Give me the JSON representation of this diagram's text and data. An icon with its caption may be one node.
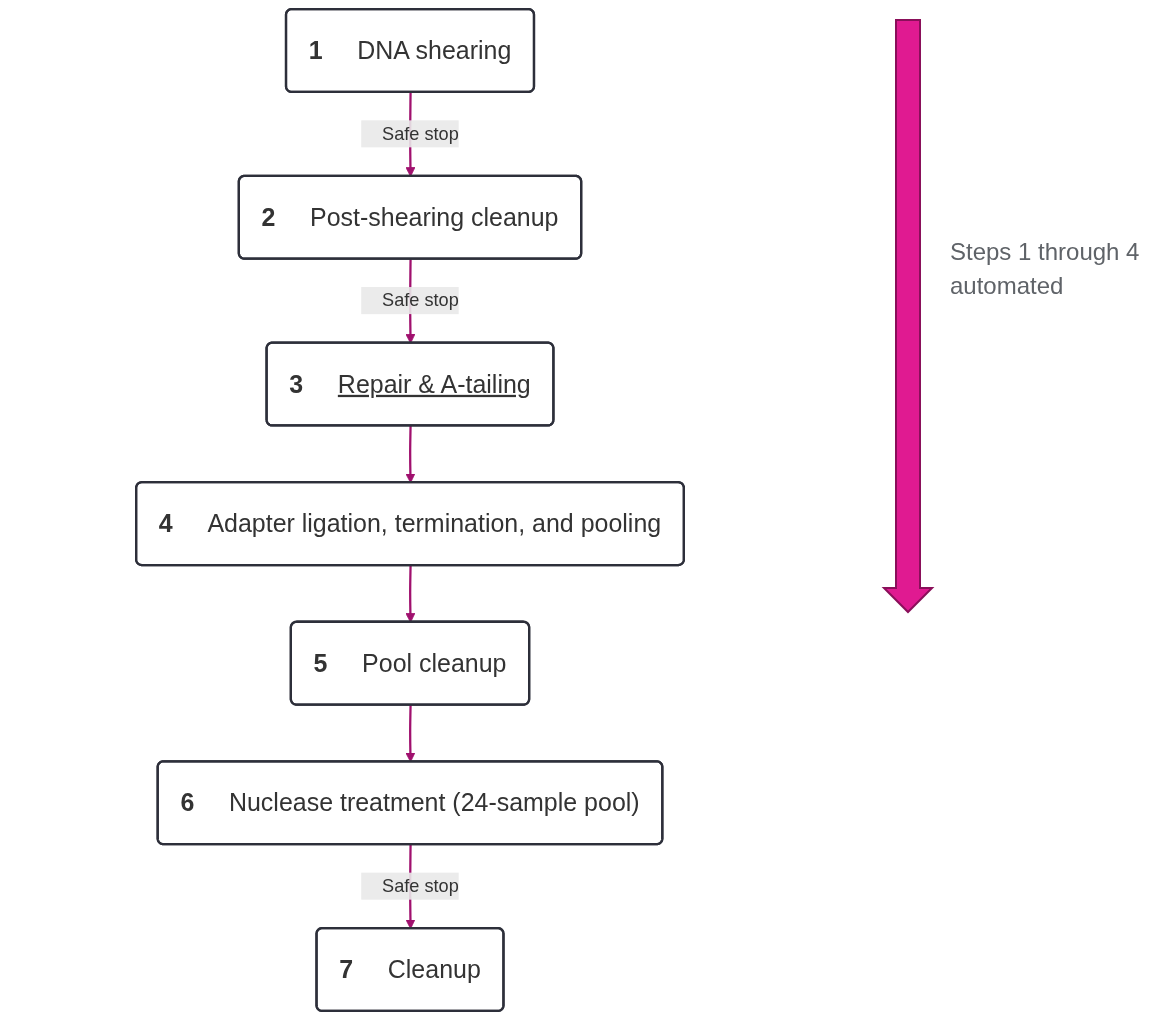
{
  "diagram": {
    "nodes": [
      {
        "text": [
          "1",
          "DNA shearing"
        ]
      },
      {
        "text": [
          "2",
          "Post-shearing cleanup"
        ]
      },
      {
        "text": [
          "3",
          "Repair & A-tailing"
        ]
      },
      {
        "text": [
          "4",
          "Adapter ligation, termination, and pooling"
        ]
      },
      {
        "text": [
          "5",
          "Pool cleanup"
        ]
      },
      {
        "text": [
          "6",
          "Nuclease treatment (24-sample pool)"
        ]
      },
      {
        "text": [
          "7",
          "Cleanup"
        ]
      }
    ],
    "edges": [
      {
        "from": 0,
        "to": 1,
        "arrow": "to",
        "label": "Safe stop"
      },
      {
        "from": 1,
        "to": 2,
        "arrow": "to",
        "label": "Safe stop"
      },
      {
        "from": 2,
        "to": 3,
        "arrow": "to"
      },
      {
        "from": 3,
        "to": 4,
        "arrow": "to"
      },
      {
        "from": 4,
        "to": 5,
        "arrow": "to"
      },
      {
        "from": 5,
        "to": 6,
        "arrow": "to",
        "label": "Safe stop"
      }
    ],
    "labels": [
      "Steps 1 through 4 automated"
    ]
  }
}
